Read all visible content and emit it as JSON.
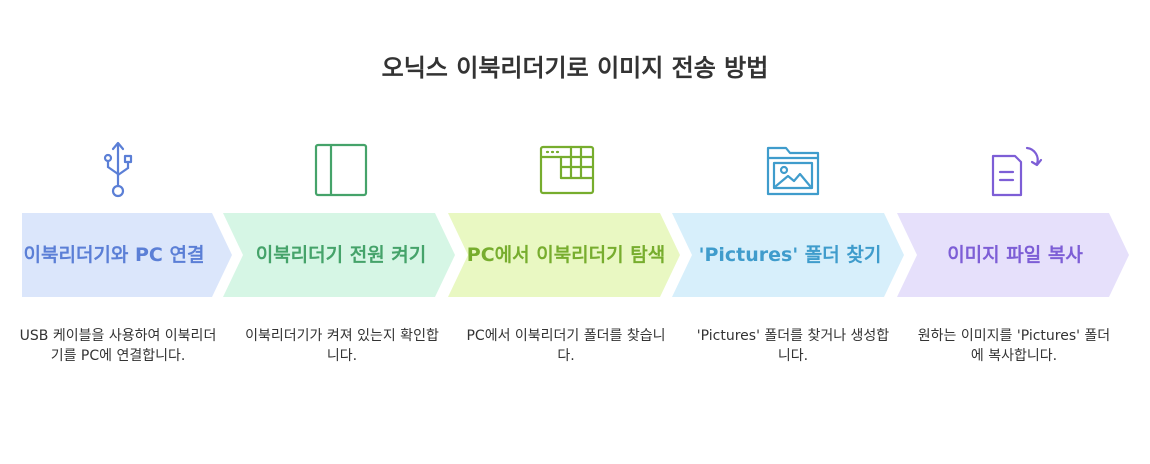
{
  "title": "오닉스 이북리더기로 이미지 전송 방법",
  "steps": [
    {
      "label": "이북리더기와 PC 연결",
      "description": "USB 케이블을 사용하여 이북리더기를 PC에 연결합니다.",
      "icon": "usb-icon",
      "fill": "#dbe6fb",
      "text_color": "#5b7fd6",
      "icon_color": "#5b7fd6"
    },
    {
      "label": "이북리더기 전원 켜기",
      "description": "이북리더기가 켜져 있는지 확인합니다.",
      "icon": "device-icon",
      "fill": "#d6f6e5",
      "text_color": "#45a36a",
      "icon_color": "#45a36a"
    },
    {
      "label": "PC에서 이북리더기 탐색",
      "description": "PC에서 이북리더기 폴더를 찾습니다.",
      "icon": "browser-grid-icon",
      "fill": "#e9f8c2",
      "text_color": "#77ad2e",
      "icon_color": "#77ad2e"
    },
    {
      "label": "'Pictures' 폴더 찾기",
      "description": "'Pictures' 폴더를 찾거나 생성합니다.",
      "icon": "image-folder-icon",
      "fill": "#d7effb",
      "text_color": "#3f9ccc",
      "icon_color": "#3f9ccc"
    },
    {
      "label": "이미지 파일 복사",
      "description": "원하는 이미지를 'Pictures' 폴더에 복사합니다.",
      "icon": "file-copy-icon",
      "fill": "#e6e0fb",
      "text_color": "#7d5ed6",
      "icon_color": "#7d5ed6"
    }
  ]
}
